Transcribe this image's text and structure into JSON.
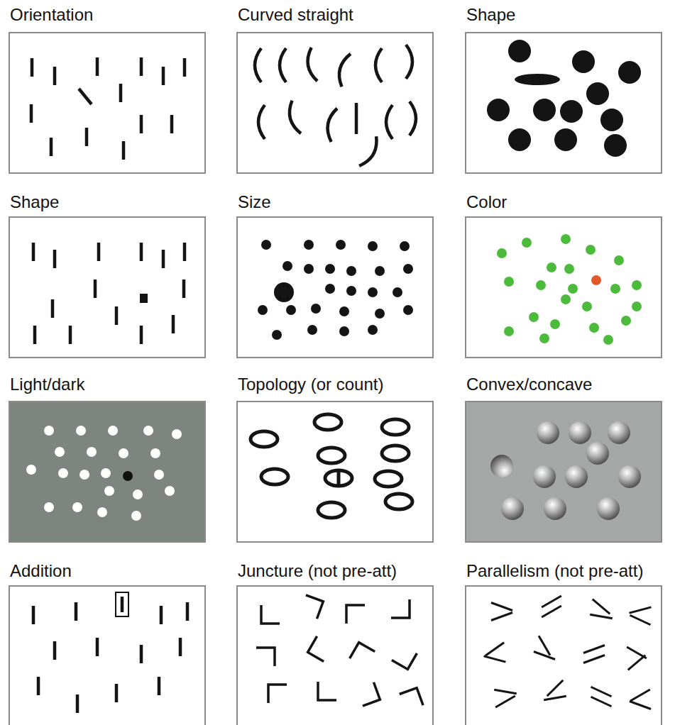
{
  "diagram": {
    "nodes": [
      {
        "text": [
          "Orientation"
        ]
      },
      {
        "text": [
          "Curved straight"
        ]
      },
      {
        "text": [
          "Shape"
        ]
      },
      {
        "text": [
          "Shape"
        ]
      },
      {
        "text": [
          "Size"
        ]
      },
      {
        "text": [
          "Color"
        ]
      },
      {
        "text": [
          "Light/dark"
        ]
      },
      {
        "text": [
          "Topology (or count)"
        ]
      },
      {
        "text": [
          "Convex/concave"
        ]
      },
      {
        "text": [
          "Addition"
        ]
      },
      {
        "text": [
          "Juncture (not pre-att)"
        ]
      },
      {
        "text": [
          "Parallelism (not pre-att)"
        ]
      }
    ]
  }
}
